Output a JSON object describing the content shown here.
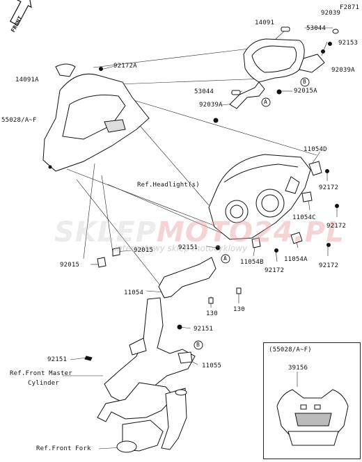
{
  "figure_code": "F2871",
  "front_label": "FRONT",
  "watermark": {
    "brand_left": "SKLEP",
    "brand_right": "MOTO24.PL",
    "tagline": "internetowy sklep motocyklowy"
  },
  "labels": {
    "l14091": "14091",
    "l92039": "92039",
    "l53044a": "53044",
    "l92153": "92153",
    "l92039A_r": "92039A",
    "l92015A": "92015A",
    "l53044b": "53044",
    "l92039A_l": "92039A",
    "l14091A": "14091A",
    "l92172A": "92172A",
    "l55028": "55028/A~F",
    "l11054D": "11054D",
    "lHeadlight": "Ref.Headlight(s)",
    "l92172_a": "92172",
    "l11054C": "11054C",
    "l92172_b": "92172",
    "l92151_a": "92151",
    "l92015_a": "92015",
    "l92015_b": "92015",
    "l11054B": "11054B",
    "l11054A": "11054A",
    "l92172_c": "92172",
    "l92172_d": "92172",
    "l11054": "11054",
    "l130_a": "130",
    "l130_b": "130",
    "l92151_b": "92151",
    "l92151_c": "92151",
    "l11055": "11055",
    "lMaster1": "Ref.Front Master",
    "lMaster2": "Cylinder",
    "lFork": "Ref.Front Fork",
    "inset_title": "(55028/A~F)",
    "l39156": "39156",
    "callout_A": "A",
    "callout_B": "B"
  }
}
